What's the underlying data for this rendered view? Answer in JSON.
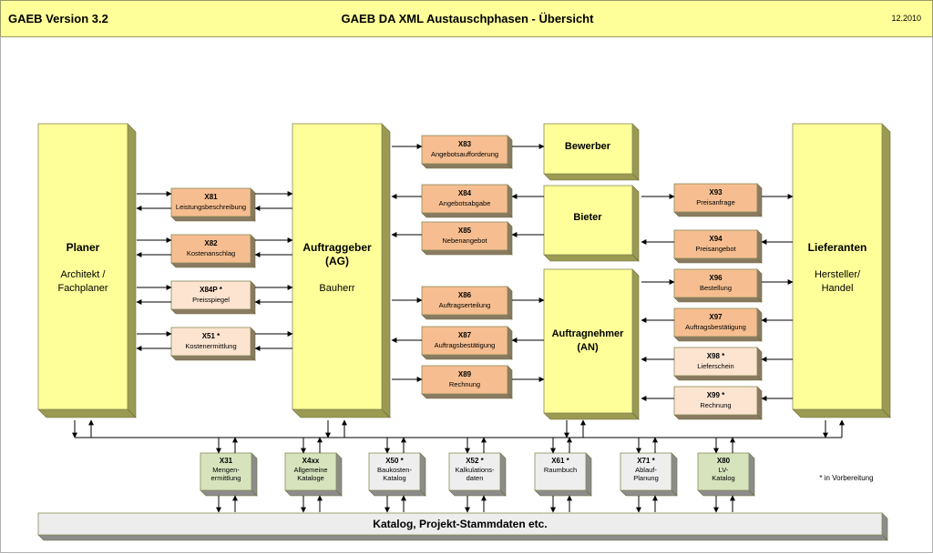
{
  "header": {
    "left": "GAEB Version 3.2",
    "center": "GAEB DA XML Austauschphasen - Übersicht",
    "right": "12.2010"
  },
  "actors": {
    "planer": {
      "title": "Planer",
      "sub": [
        "Architekt /",
        "Fachplaner"
      ]
    },
    "ag": {
      "title": [
        "Auftraggeber",
        "(AG)"
      ],
      "sub": [
        "Bauherr"
      ]
    },
    "lieferanten": {
      "title": "Lieferanten",
      "sub": [
        "Hersteller/",
        "Handel"
      ]
    },
    "bewerber": {
      "title": "Bewerber"
    },
    "bieter": {
      "title": "Bieter"
    },
    "an": {
      "title": [
        "Auftragnehmer",
        "(AN)"
      ]
    }
  },
  "phases": {
    "x81": {
      "code": "X81",
      "label": [
        "Leistungsbeschreibung"
      ]
    },
    "x82": {
      "code": "X82",
      "label": [
        "Kostenanschlag"
      ]
    },
    "x84p": {
      "code": "X84P *",
      "label": [
        "Preisspiegel"
      ]
    },
    "x51": {
      "code": "X51 *",
      "label": [
        "Kostenermittlung"
      ]
    },
    "x83": {
      "code": "X83",
      "label": [
        "Angebotsaufforderung"
      ]
    },
    "x84": {
      "code": "X84",
      "label": [
        "Angebotsabgabe"
      ]
    },
    "x85": {
      "code": "X85",
      "label": [
        "Nebenangebot"
      ]
    },
    "x86": {
      "code": "X86",
      "label": [
        "Auftragserteilung"
      ]
    },
    "x87": {
      "code": "X87",
      "label": [
        "Auftragsbestätigung"
      ]
    },
    "x89": {
      "code": "X89",
      "label": [
        "Rechnung"
      ]
    },
    "x93": {
      "code": "X93",
      "label": [
        "Preisanfrage"
      ]
    },
    "x94": {
      "code": "X94",
      "label": [
        "Preisangebot"
      ]
    },
    "x96": {
      "code": "X96",
      "label": [
        "Bestellung"
      ]
    },
    "x97": {
      "code": "X97",
      "label": [
        "Auftragsbestätigung"
      ]
    },
    "x98": {
      "code": "X98 *",
      "label": [
        "Lieferschein"
      ]
    },
    "x99": {
      "code": "X99 *",
      "label": [
        "Rechnung"
      ]
    }
  },
  "catalogs": {
    "x31": {
      "code": "X31",
      "label": [
        "Mengen-",
        "ermittlung"
      ]
    },
    "x4xx": {
      "code": "X4xx",
      "label": [
        "Allgemeine",
        "Kataloge"
      ]
    },
    "x50": {
      "code": "X50 *",
      "label": [
        "Baukosten-",
        "Katalog"
      ]
    },
    "x52": {
      "code": "X52 *",
      "label": [
        "Kalkulations-",
        "daten"
      ]
    },
    "x61": {
      "code": "X61 *",
      "label": [
        "Raumbuch"
      ]
    },
    "x71": {
      "code": "X71 *",
      "label": [
        "Ablauf-",
        "Planung"
      ]
    },
    "x80": {
      "code": "X80",
      "label": [
        "LV-",
        "Katalog"
      ]
    }
  },
  "note": "* in Vorbereitung",
  "footer": "Katalog, Projekt-Stammdaten etc.",
  "colors": {
    "header": "#ffff99",
    "actor": "#ffff99",
    "actor_shadow": "#9a9a52",
    "phase": "#f6be90",
    "phase_planned": "#fce4d0",
    "catalog_green": "#d6e3bd",
    "catalog_gray": "#eeeeee",
    "footer": "#ededed",
    "line": "#000000"
  }
}
